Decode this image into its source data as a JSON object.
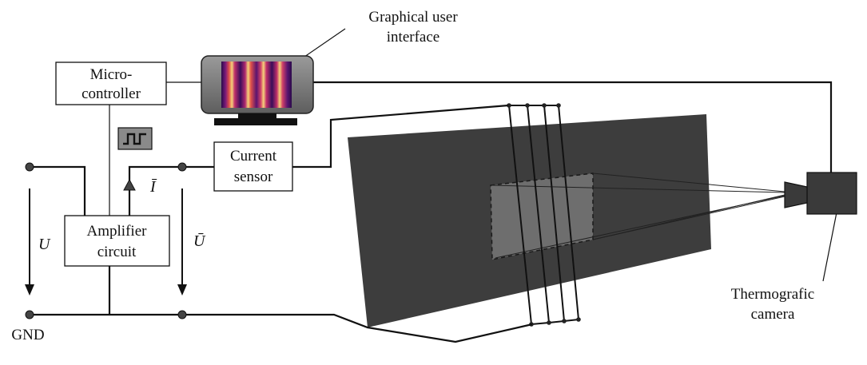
{
  "labels": {
    "gui_line1": "Graphical user",
    "gui_line2": "interface",
    "micro_line1": "Micro-",
    "micro_line2": "controller",
    "current_line1": "Current",
    "current_line2": "sensor",
    "amp_line1": "Amplifier",
    "amp_line2": "circuit",
    "voltage_u": "U",
    "current_i": "Ī",
    "voltage_u_bar": "Ū",
    "ground": "GND",
    "camera_line1": "Thermografic",
    "camera_line2": "camera"
  },
  "icons": {
    "square_wave": "square-wave-icon",
    "monitor": "monitor-icon",
    "camera": "camera-icon"
  },
  "colors": {
    "specimen": "#3d3d3d",
    "inspection_area": "#6e6e6e",
    "monitor_bezel": "#7a7a7a",
    "thermal_dark": "#2a0a4a",
    "thermal_hot": "#f5d27a"
  }
}
